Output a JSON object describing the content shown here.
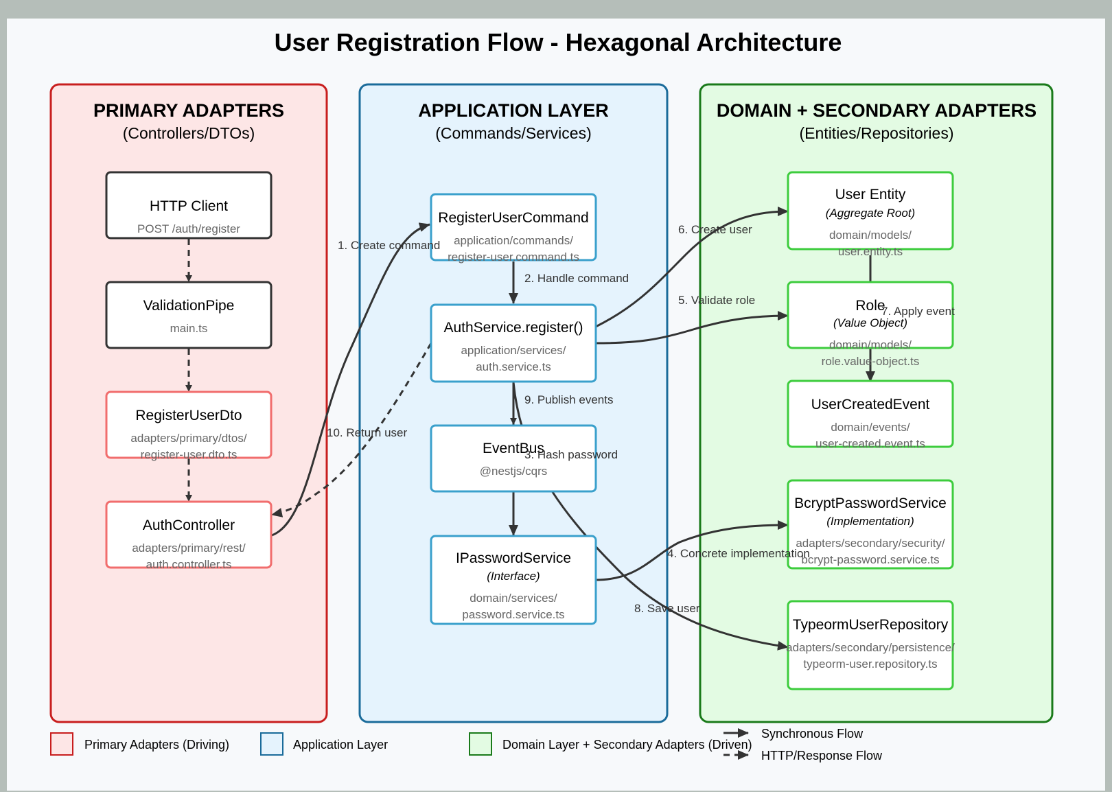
{
  "title": "User Registration Flow - Hexagonal Architecture",
  "colors": {
    "primary_fill": "#fde6e6",
    "primary_stroke": "#c81e1e",
    "app_fill": "#e5f3fd",
    "app_stroke": "#1a6b9a",
    "domain_fill": "#e3fbe3",
    "domain_stroke": "#1a7a1a",
    "node_black": "#333333",
    "node_red": "#f16d6d",
    "node_blue": "#3aa0cc",
    "node_green": "#3dcc3d",
    "edge": "#333333"
  },
  "lanes": [
    {
      "title": "PRIMARY ADAPTERS",
      "subtitle": "(Controllers/DTOs)"
    },
    {
      "title": "APPLICATION LAYER",
      "subtitle": "(Commands/Services)"
    },
    {
      "title": "DOMAIN + SECONDARY ADAPTERS",
      "subtitle": "(Entities/Repositories)"
    }
  ],
  "nodes": {
    "http_client": {
      "title": "HTTP Client",
      "path": [
        "POST /auth/register"
      ]
    },
    "validation_pipe": {
      "title": "ValidationPipe",
      "path": [
        "main.ts"
      ]
    },
    "register_user_dto": {
      "title": "RegisterUserDto",
      "path": [
        "adapters/primary/dtos/",
        "register-user.dto.ts"
      ]
    },
    "auth_controller": {
      "title": "AuthController",
      "path": [
        "adapters/primary/rest/",
        "auth.controller.ts"
      ]
    },
    "register_user_command": {
      "title": "RegisterUserCommand",
      "path": [
        "application/commands/",
        "register-user.command.ts"
      ]
    },
    "auth_service": {
      "title": "AuthService.register()",
      "path": [
        "application/services/",
        "auth.service.ts"
      ]
    },
    "event_bus": {
      "title": "EventBus",
      "path": [
        "@nestjs/cqrs"
      ]
    },
    "password_service": {
      "title": "IPasswordService",
      "subtitle": "(Interface)",
      "path": [
        "domain/services/",
        "password.service.ts"
      ]
    },
    "user_entity": {
      "title": "User Entity",
      "subtitle": "(Aggregate Root)",
      "path": [
        "domain/models/",
        "user.entity.ts"
      ]
    },
    "role": {
      "title": "Role",
      "subtitle": "(Value Object)",
      "path": [
        "domain/models/",
        "role.value-object.ts"
      ]
    },
    "user_created_event": {
      "title": "UserCreatedEvent",
      "path": [
        "domain/events/",
        "user-created.event.ts"
      ]
    },
    "bcrypt_password_service": {
      "title": "BcryptPasswordService",
      "subtitle": "(Implementation)",
      "path": [
        "adapters/secondary/security/",
        "bcrypt-password.service.ts"
      ]
    },
    "typeorm_user_repository": {
      "title": "TypeormUserRepository",
      "path": [
        "adapters/secondary/persistence/",
        "typeorm-user.repository.ts"
      ]
    }
  },
  "edges": {
    "create_command": "1. Create command",
    "handle_command": "2. Handle command",
    "hash_password": "3. Hash password",
    "concrete_impl": "4. Concrete implementation",
    "validate_role": "5. Validate role",
    "create_user": "6. Create user",
    "apply_event": "7. Apply event",
    "save_user": "8. Save user",
    "publish_events": "9. Publish events",
    "return_user": "10. Return user"
  },
  "legend": {
    "primary": "Primary Adapters (Driving)",
    "application": "Application Layer",
    "domain": "Domain Layer + Secondary Adapters (Driven)",
    "sync": "Synchronous Flow",
    "http": "HTTP/Response Flow"
  }
}
